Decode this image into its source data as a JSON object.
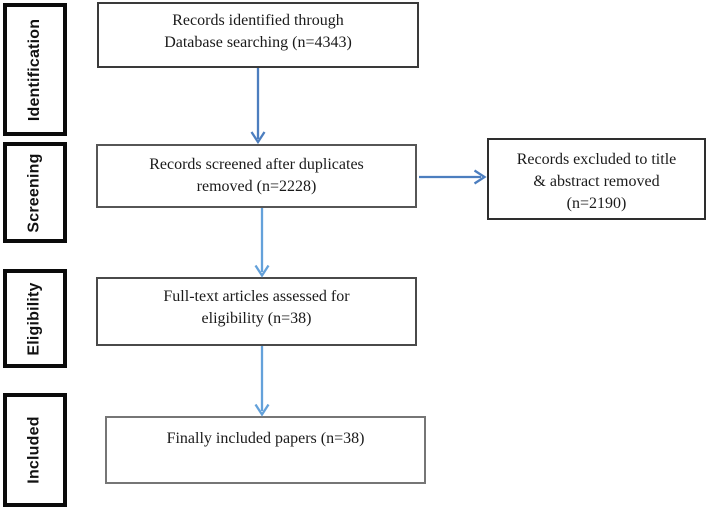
{
  "colors": {
    "arrow_dark": "#4c7ebf",
    "arrow_light": "#64a1da",
    "box_background": "#ffffff",
    "stage_border": "#0b0b0b"
  },
  "sidebar": {
    "stages": [
      {
        "label": "Identification"
      },
      {
        "label": "Screening"
      },
      {
        "label": "Eligibility"
      },
      {
        "label": "Included"
      }
    ]
  },
  "flow": {
    "identified": {
      "line1": "Records identified through",
      "line2": "Database searching (n=4343)",
      "n": 4343
    },
    "screened": {
      "line1": "Records screened after duplicates",
      "line2": "removed (n=2228)",
      "n": 2228
    },
    "excluded": {
      "line1": "Records excluded to title",
      "line2": "& abstract removed",
      "line3": "(n=2190)",
      "n": 2190
    },
    "fulltext": {
      "line1": "Full-text articles assessed for",
      "line2": "eligibility (n=38)",
      "n": 38
    },
    "included": {
      "line1": "Finally included papers (n=38)",
      "n": 38
    }
  }
}
